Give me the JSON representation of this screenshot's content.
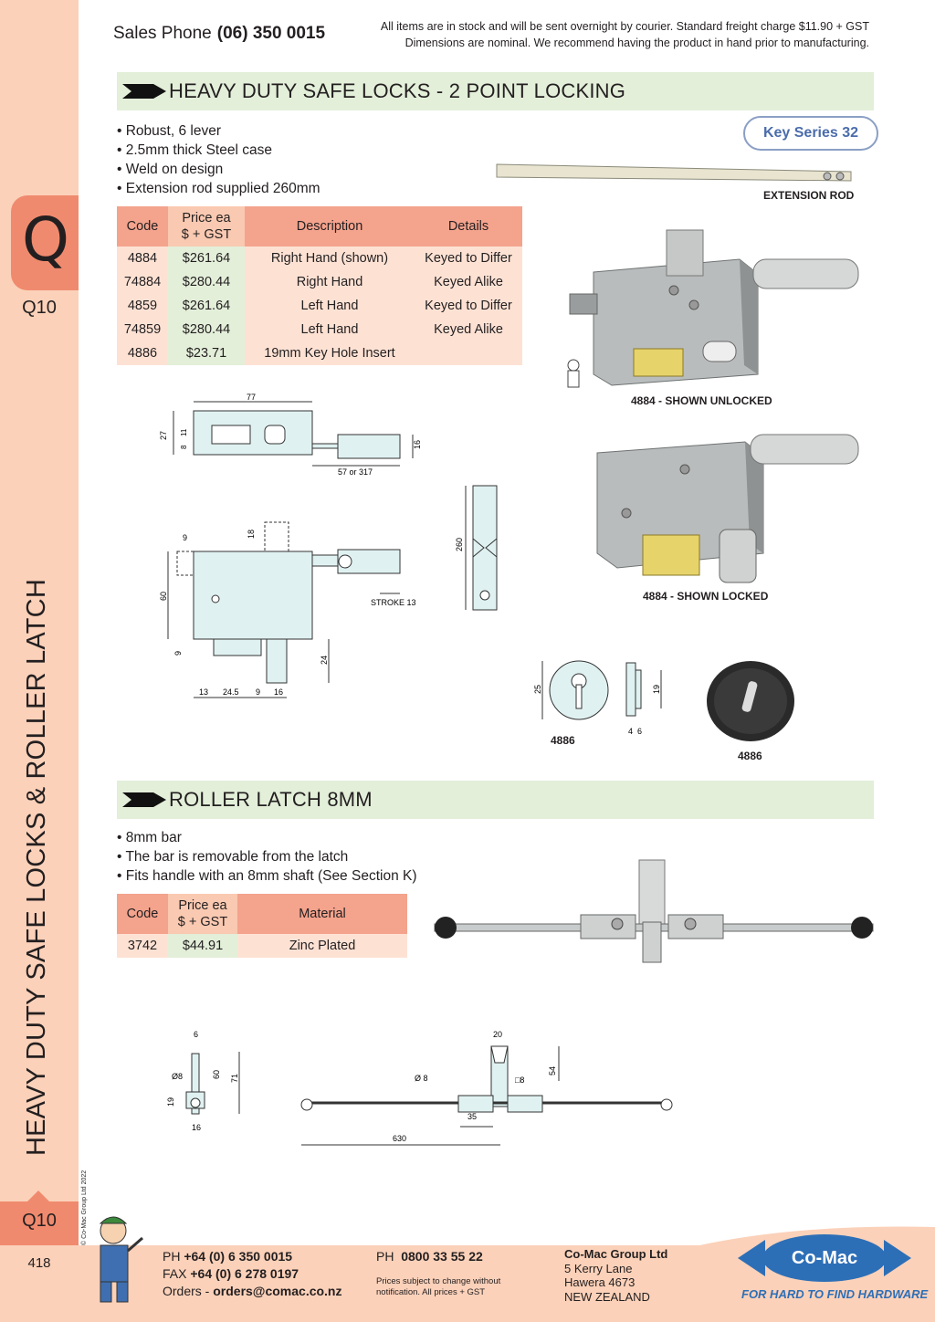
{
  "sidebar": {
    "tab_letter": "Q",
    "section_code": "Q10",
    "vertical_title": "HEAVY DUTY SAFE LOCKS & ROLLER LATCH",
    "copyright": "© Co-Mac Group Ltd 2022",
    "page_number": "418"
  },
  "header": {
    "sales_label": "Sales Phone",
    "sales_phone": "(06) 350 0015",
    "notice_line1": "All items are in stock and will be sent overnight by courier. Standard freight charge $11.90 + GST",
    "notice_line2": "Dimensions are nominal. We recommend having the product in hand prior to manufacturing."
  },
  "section1": {
    "title": "HEAVY DUTY SAFE LOCKS - 2 POINT LOCKING",
    "bullets": [
      "Robust, 6 lever",
      "2.5mm thick Steel case",
      "Weld on design",
      "Extension rod supplied 260mm"
    ],
    "key_series": "Key Series 32",
    "table": {
      "headers": [
        "Code",
        "Price ea",
        "$ + GST",
        "Description",
        "Details"
      ],
      "rows": [
        {
          "code": "4884",
          "price": "$261.64",
          "description": "Right Hand (shown)",
          "details": "Keyed to Differ"
        },
        {
          "code": "74884",
          "price": "$280.44",
          "description": "Right Hand",
          "details": "Keyed Alike"
        },
        {
          "code": "4859",
          "price": "$261.64",
          "description": "Left Hand",
          "details": "Keyed to Differ"
        },
        {
          "code": "74859",
          "price": "$280.44",
          "description": "Left Hand",
          "details": "Keyed Alike"
        },
        {
          "code": "4886",
          "price": "$23.71",
          "description": "19mm Key Hole Insert",
          "details": ""
        }
      ]
    },
    "captions": {
      "extension_rod": "EXTENSION ROD",
      "unlocked": "4884 - SHOWN UNLOCKED",
      "locked": "4884 - SHOWN LOCKED",
      "insert_drawing": "4886",
      "insert_photo": "4886"
    },
    "dims": {
      "d77": "77",
      "d27": "27",
      "d11": "11",
      "d8": "8",
      "d16": "16",
      "d57": "57 or 317",
      "d9a": "9",
      "d18": "18",
      "d60": "60",
      "d9b": "9",
      "d24": "24",
      "d13": "13",
      "d245": "24.5",
      "d9c": "9",
      "d16b": "16",
      "stroke": "STROKE 13",
      "d260": "260",
      "d25": "25",
      "d19": "19",
      "d4": "4",
      "d6": "6"
    }
  },
  "section2": {
    "title": "ROLLER LATCH 8MM",
    "bullets": [
      "8mm bar",
      "The bar is removable from the latch",
      "Fits handle with an 8mm shaft (See Section K)"
    ],
    "table": {
      "headers": [
        "Code",
        "Price ea",
        "$ + GST",
        "Material"
      ],
      "rows": [
        {
          "code": "3742",
          "price": "$44.91",
          "material": "Zinc Plated"
        }
      ]
    },
    "dims": {
      "d6": "6",
      "d8dia": "Ø8",
      "d60": "60",
      "d71": "71",
      "d19": "19",
      "d16": "16",
      "d20": "20",
      "d8dia2": "Ø8",
      "d8sq": "□8",
      "d54": "54",
      "d35": "35",
      "d630": "630"
    }
  },
  "footer": {
    "ph_label": "PH",
    "ph": "+64 (0) 6 350 0015",
    "fax_label": "FAX",
    "fax": "+64 (0) 6 278 0197",
    "orders_label": "Orders -",
    "orders": "orders@comac.co.nz",
    "ph2_label": "PH",
    "ph2": "0800 33 55 22",
    "disclaimer1": "Prices subject to change without",
    "disclaimer2": "notification. All prices + GST",
    "company": "Co-Mac Group Ltd",
    "address1": "5 Kerry Lane",
    "address2": "Hawera 4673",
    "address3": "NEW ZEALAND",
    "logo": "Co-Mac",
    "tagline": "FOR HARD TO FIND HARDWARE"
  }
}
